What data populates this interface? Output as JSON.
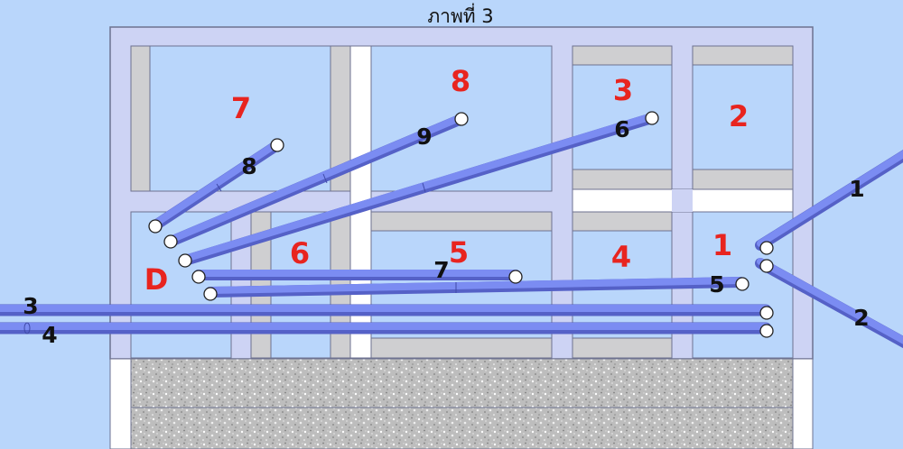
{
  "title": "ภาพที่ 3",
  "colors": {
    "background": "#b9d6fb",
    "frame": "#cdd3f4",
    "frame_stroke": "#6d7290",
    "beam_gray": "#cfcfd1",
    "white": "#ffffff",
    "pipe": "#7b8cf2",
    "pipe_dark": "#5561c7",
    "room_number": "#e8241f",
    "pipe_number": "#111111",
    "gravel": "#b8b8b8"
  },
  "rooms": [
    {
      "id": "room-7",
      "label": "7"
    },
    {
      "id": "room-8",
      "label": "8"
    },
    {
      "id": "room-3",
      "label": "3"
    },
    {
      "id": "room-2",
      "label": "2"
    },
    {
      "id": "room-d",
      "label": "D"
    },
    {
      "id": "room-6",
      "label": "6"
    },
    {
      "id": "room-5",
      "label": "5"
    },
    {
      "id": "room-4",
      "label": "4"
    },
    {
      "id": "room-1",
      "label": "1"
    }
  ],
  "pipe_labels": [
    {
      "id": "pipe-1",
      "label": "1"
    },
    {
      "id": "pipe-2",
      "label": "2"
    },
    {
      "id": "pipe-3",
      "label": "3"
    },
    {
      "id": "pipe-4",
      "label": "4"
    },
    {
      "id": "pipe-5",
      "label": "5"
    },
    {
      "id": "pipe-6",
      "label": "6"
    },
    {
      "id": "pipe-7",
      "label": "7"
    },
    {
      "id": "pipe-8",
      "label": "8"
    },
    {
      "id": "pipe-9",
      "label": "9"
    }
  ]
}
